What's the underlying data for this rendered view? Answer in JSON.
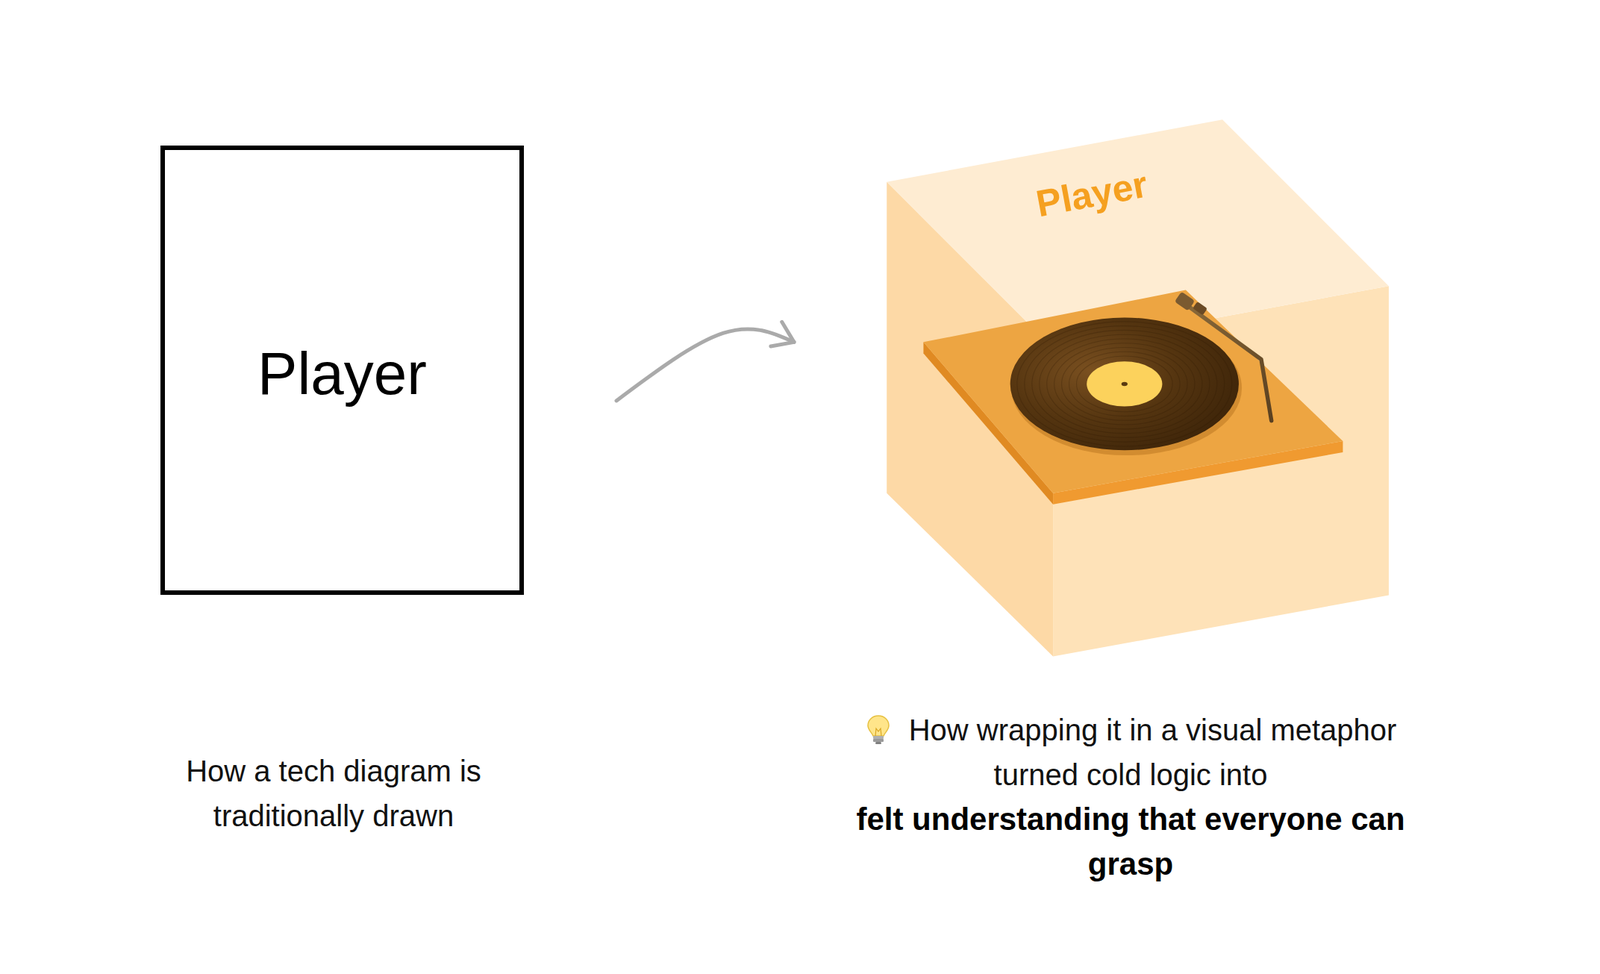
{
  "diagram": {
    "nodes": [
      {
        "text": [
          "Player"
        ]
      },
      {
        "text": [
          "Player"
        ]
      }
    ],
    "edges": [
      {
        "from": 0,
        "to": 1,
        "arrow": "to"
      }
    ],
    "labels": [
      "How a tech diagram is traditionally drawn",
      "How wrapping it in a visual metaphor turned cold logic into",
      "felt understanding that everyone can grasp"
    ]
  }
}
